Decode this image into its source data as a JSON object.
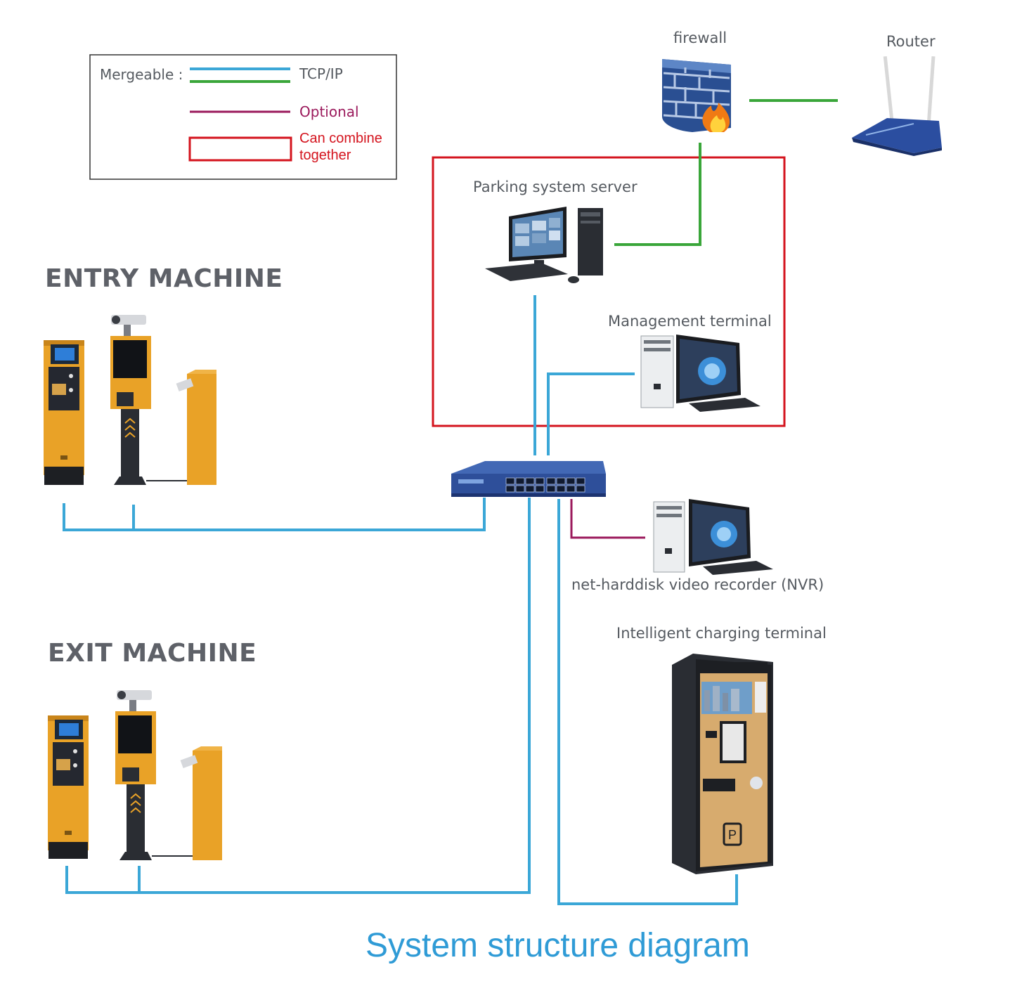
{
  "colors": {
    "tcpip_blue": "#3ba7d7",
    "tcpip_green": "#3aa63a",
    "optional": "#9b1a5c",
    "combine_box": "#d4141e",
    "title": "#2f9bd6",
    "machine_orange": "#e9a227",
    "device_dark": "#2a2d33",
    "switch_blue": "#2e4f9a"
  },
  "legend": {
    "mergeable_label": "Mergeable :",
    "tcpip_label": "TCP/IP",
    "optional_label": "Optional",
    "combine_label": "Can combine\ntogether"
  },
  "sections": {
    "entry": "ENTRY MACHINE",
    "exit": "EXIT MACHINE"
  },
  "nodes": {
    "firewall": "firewall",
    "router": "Router",
    "server": "Parking system server",
    "management": "Management terminal",
    "nvr": "net-harddisk video recorder (NVR)",
    "charging": "Intelligent charging terminal"
  },
  "icons": {
    "firewall": "firewall-icon",
    "router": "router-icon",
    "server": "desktop-computer-icon",
    "management": "desktop-computer-icon",
    "nvr": "desktop-computer-icon",
    "switch": "network-switch-icon",
    "charging": "pay-station-icon",
    "ticket_dispenser": "ticket-dispenser-icon",
    "camera_display": "camera-display-icon",
    "barrier_gate": "barrier-gate-icon"
  },
  "title": "System structure diagram"
}
